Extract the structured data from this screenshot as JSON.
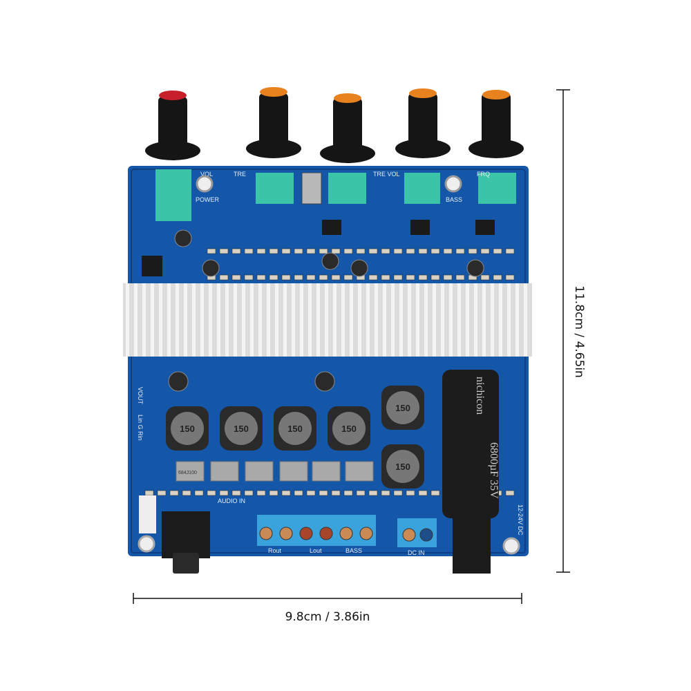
{
  "dimensions": {
    "width_label": "9.8cm / 3.86in",
    "height_label": "11.8cm / 4.65in"
  },
  "board": {
    "knob_labels": [
      "VOL",
      "TRE",
      "TRE VOL",
      "BASS",
      "FRQ"
    ],
    "power_label": "POWER",
    "inductor_value": "150",
    "film_cap_value": "684J100",
    "capacitor_brand": "nichicon",
    "capacitor_rating": "6800µF 35V",
    "audio_in_label": "AUDIO IN",
    "vout_label": "VOUT",
    "lgr_label": "Lin G Rin",
    "terminal_labels": [
      "Rout",
      "Lout",
      "BASS"
    ],
    "dc_in_label": "DC IN",
    "dc_range_label": "12-24V DC",
    "knob_cap_colors": [
      "#c8202a",
      "#e8821f",
      "#e8821f",
      "#e8821f",
      "#e8821f"
    ],
    "pcb_color": "#1456a8"
  }
}
